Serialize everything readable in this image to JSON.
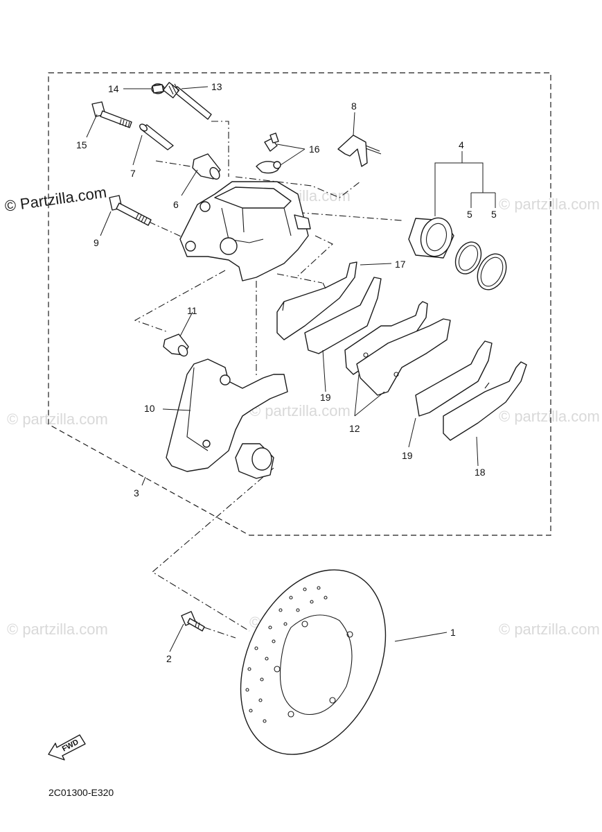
{
  "watermark": {
    "text": "© Partzilla.com",
    "faint_text": "© partzilla.com",
    "color": "#d9d9d9"
  },
  "diagram_code": "2C01300-E320",
  "fwd_label": "FWD",
  "callouts": {
    "c1": "1",
    "c2": "2",
    "c3": "3",
    "c4": "4",
    "c5a": "5",
    "c5b": "5",
    "c6": "6",
    "c7": "7",
    "c8": "8",
    "c9": "9",
    "c10": "10",
    "c11": "11",
    "c12": "12",
    "c13": "13",
    "c14": "14",
    "c15": "15",
    "c16": "16",
    "c17": "17",
    "c18": "18",
    "c19a": "19",
    "c19b": "19"
  }
}
